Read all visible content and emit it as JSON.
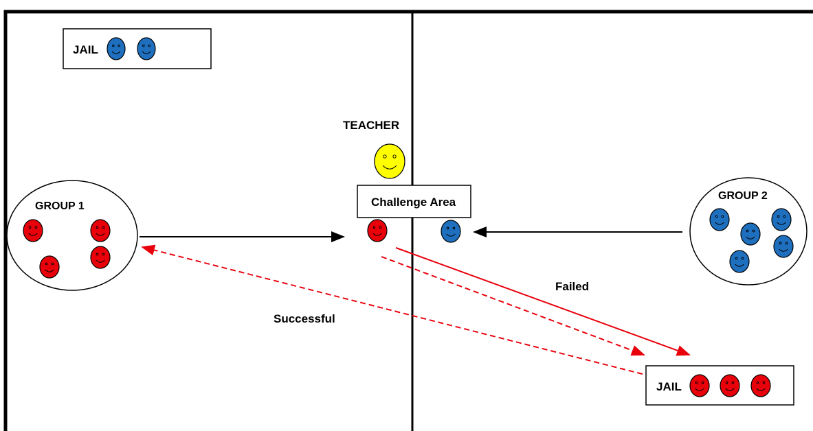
{
  "jail_top": {
    "label": "JAIL",
    "token_color": "#1f6fbf",
    "count": 2
  },
  "teacher": {
    "label": "TEACHER",
    "token_color": "#ffff00"
  },
  "challenge_area": {
    "label": "Challenge Area"
  },
  "group1": {
    "label": "GROUP 1",
    "token_color": "#e8000b",
    "count": 4
  },
  "group2": {
    "label": "GROUP 2",
    "token_color": "#1f6fbf",
    "count": 5
  },
  "challenger_red": {
    "token_color": "#e8000b"
  },
  "challenger_blue": {
    "token_color": "#1f6fbf"
  },
  "arrows": {
    "failed_label": "Failed",
    "successful_label": "Successful",
    "path_color": "#e8000b"
  },
  "jail_bottom": {
    "label": "JAIL",
    "token_color": "#e8000b",
    "count": 3
  }
}
